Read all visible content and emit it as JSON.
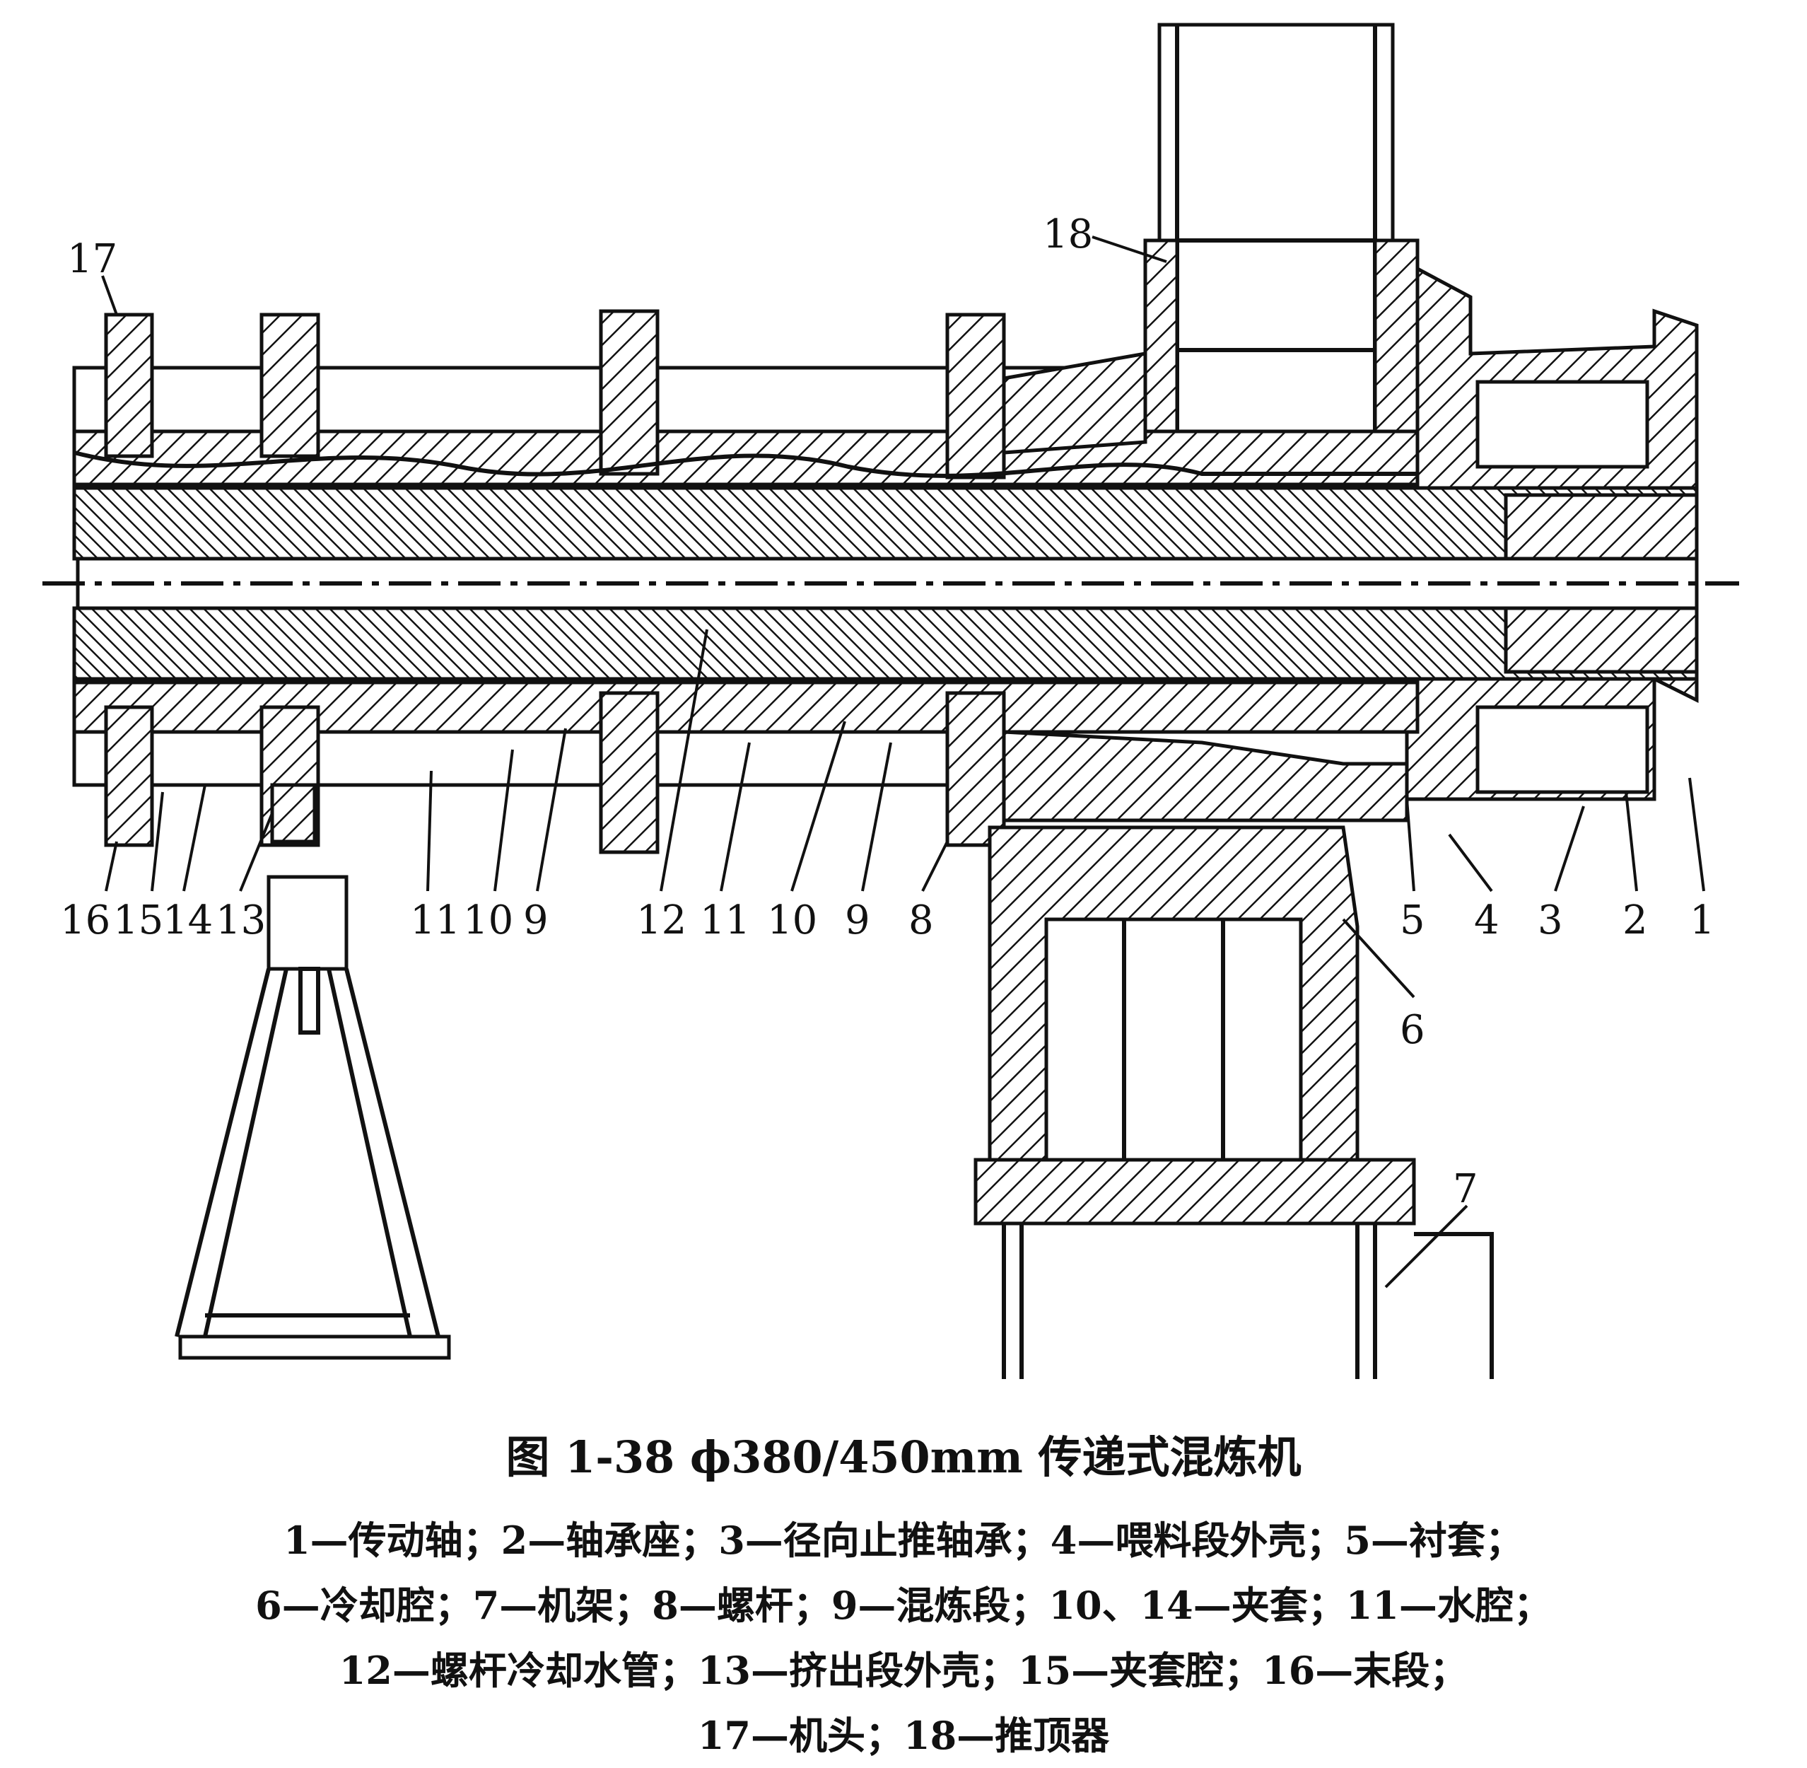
{
  "figure": {
    "title": "图 1-38   ϕ380/450mm 传递式混炼机",
    "legend_lines": [
      "1—传动轴；2—轴承座；3—径向止推轴承；4—喂料段外壳；5—衬套；",
      "6—冷却腔；7—机架；8—螺杆；9—混炼段；10、14—夹套；11—水腔；",
      "12—螺杆冷却水管；13—挤出段外壳；15—夹套腔；16—末段；",
      "17—机头；18—推顶器"
    ]
  },
  "callouts": [
    {
      "id": "lbl-17",
      "text": "17"
    },
    {
      "id": "lbl-18",
      "text": "18"
    },
    {
      "id": "lbl-16",
      "text": "16"
    },
    {
      "id": "lbl-15",
      "text": "15"
    },
    {
      "id": "lbl-14",
      "text": "14"
    },
    {
      "id": "lbl-13",
      "text": "13"
    },
    {
      "id": "lbl-11a",
      "text": "11"
    },
    {
      "id": "lbl-10a",
      "text": "10"
    },
    {
      "id": "lbl-9a",
      "text": "9"
    },
    {
      "id": "lbl-12",
      "text": "12"
    },
    {
      "id": "lbl-11b",
      "text": "11"
    },
    {
      "id": "lbl-10b",
      "text": "10"
    },
    {
      "id": "lbl-9b",
      "text": "9"
    },
    {
      "id": "lbl-8",
      "text": "8"
    },
    {
      "id": "lbl-5",
      "text": "5"
    },
    {
      "id": "lbl-4",
      "text": "4"
    },
    {
      "id": "lbl-3",
      "text": "3"
    },
    {
      "id": "lbl-2",
      "text": "2"
    },
    {
      "id": "lbl-1",
      "text": "1"
    },
    {
      "id": "lbl-6",
      "text": "6"
    },
    {
      "id": "lbl-7",
      "text": "7"
    }
  ]
}
